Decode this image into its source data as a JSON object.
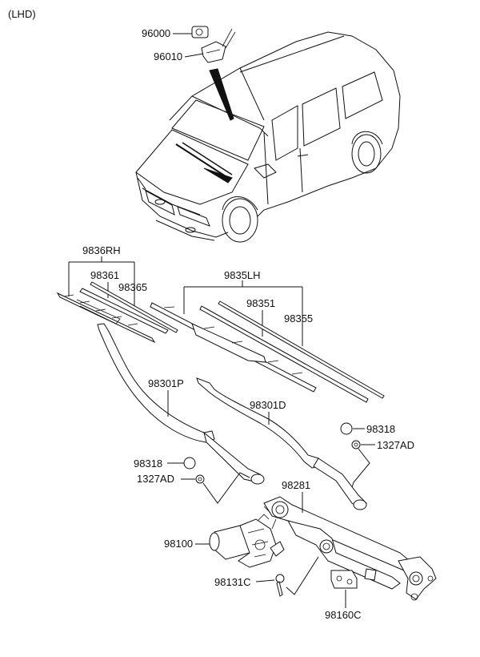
{
  "header": {
    "variant": "(LHD)"
  },
  "labels": {
    "p96000": "96000",
    "p96010": "96010",
    "p9836RH": "9836RH",
    "p98361": "98361",
    "p98365": "98365",
    "p9835LH": "9835LH",
    "p98351": "98351",
    "p98355": "98355",
    "p98301P": "98301P",
    "p98301D": "98301D",
    "p98318a": "98318",
    "p1327ADa": "1327AD",
    "p98318b": "98318",
    "p1327ADb": "1327AD",
    "p98281": "98281",
    "p98100": "98100",
    "p98131C": "98131C",
    "p98160C": "98160C"
  }
}
